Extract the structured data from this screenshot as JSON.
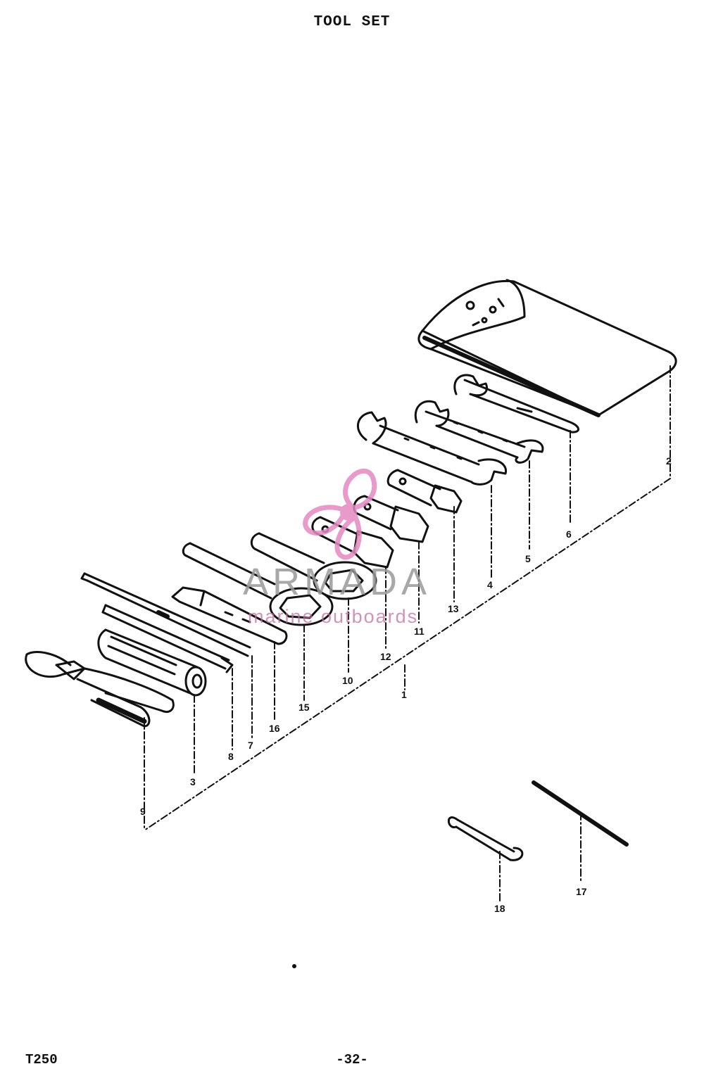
{
  "header": {
    "title": "TOOL SET"
  },
  "footer": {
    "model": "T250",
    "page_number": "-32-"
  },
  "watermark": {
    "brand": "ARMADA",
    "tagline": "marine outboards",
    "logo_color": "#e48ac2",
    "text_color": "#9a9a9a"
  },
  "callouts": [
    {
      "id": "c2",
      "label": "2"
    },
    {
      "id": "c6",
      "label": "6"
    },
    {
      "id": "c5",
      "label": "5"
    },
    {
      "id": "c4",
      "label": "4"
    },
    {
      "id": "c13",
      "label": "13"
    },
    {
      "id": "c11",
      "label": "11"
    },
    {
      "id": "c12",
      "label": "12"
    },
    {
      "id": "c1",
      "label": "1"
    },
    {
      "id": "c10",
      "label": "10"
    },
    {
      "id": "c15",
      "label": "15"
    },
    {
      "id": "c14",
      "label": "16"
    },
    {
      "id": "c7",
      "label": "7"
    },
    {
      "id": "c8",
      "label": "8"
    },
    {
      "id": "c3",
      "label": "3"
    },
    {
      "id": "c9",
      "label": "9"
    },
    {
      "id": "c17",
      "label": "17"
    },
    {
      "id": "c18",
      "label": "18"
    }
  ]
}
